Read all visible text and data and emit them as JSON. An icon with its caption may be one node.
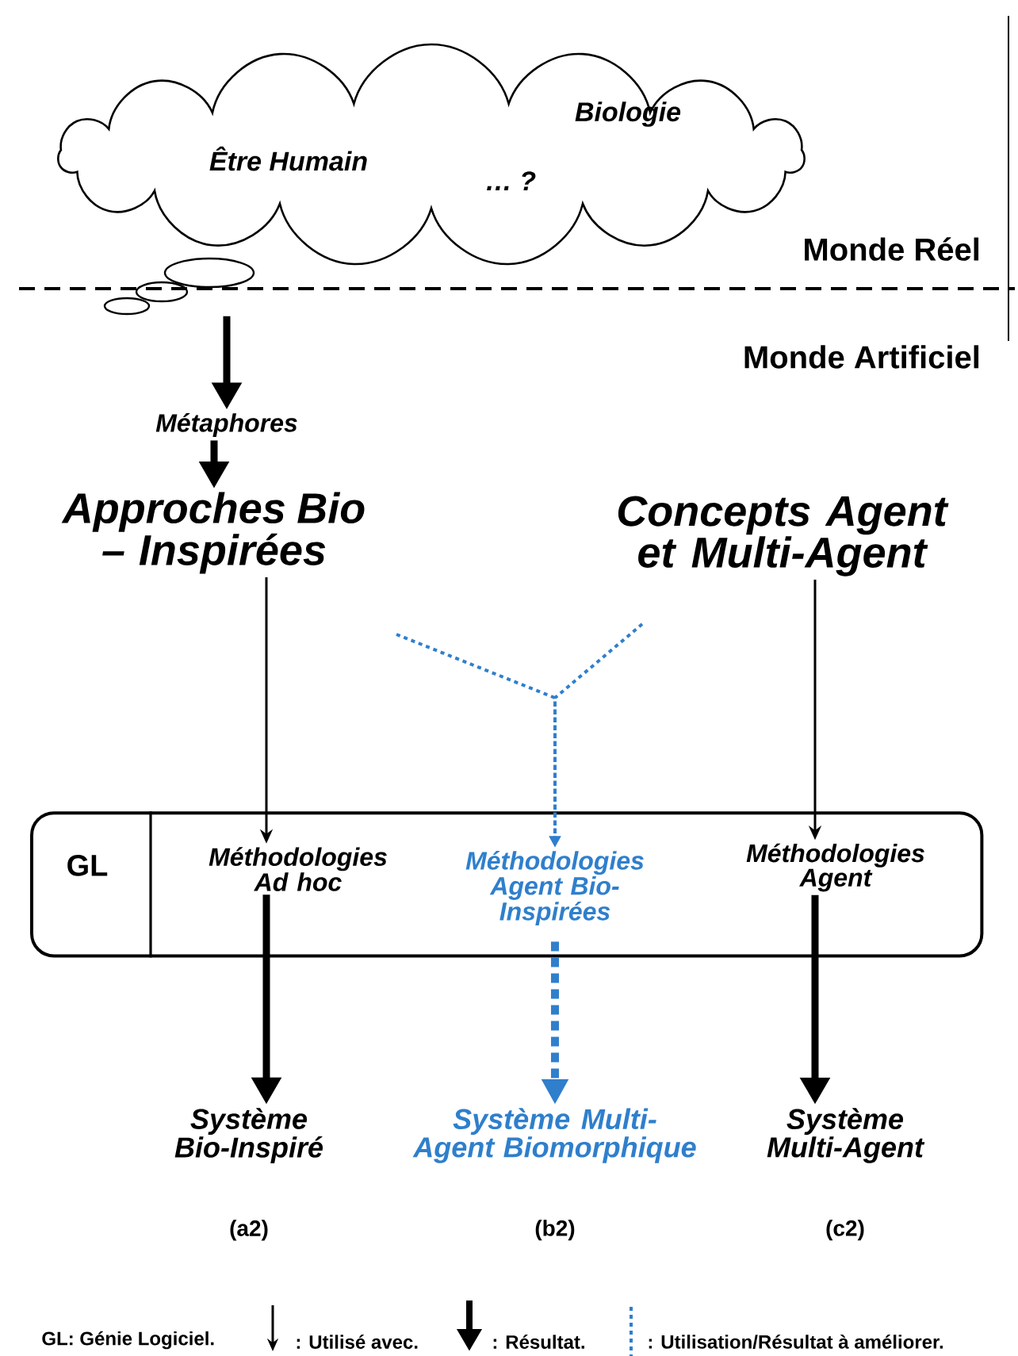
{
  "diagram": {
    "nodes": [
      {
        "text": [
          "Être Humain",
          "Biologie",
          "… ?"
        ]
      },
      {
        "text": [
          "Métaphores"
        ]
      },
      {
        "text": [
          "Approches Bio – Inspirées"
        ]
      },
      {
        "text": [
          "Concepts Agent et Multi-Agent"
        ]
      },
      {
        "text": [
          "GL"
        ]
      },
      {
        "text": [
          "Méthodologies Ad hoc"
        ],
        "in": 4
      },
      {
        "text": [
          "Méthodologies Agent Bio-Inspirées"
        ],
        "in": 4
      },
      {
        "text": [
          "Méthodologies Agent"
        ],
        "in": 4
      },
      {
        "text": [
          "Système Bio-Inspiré"
        ],
        "beside": [
          "(a2)"
        ]
      },
      {
        "text": [
          "Système Multi-Agent Biomorphique"
        ],
        "beside": [
          "(b2)"
        ]
      },
      {
        "text": [
          "Système Multi-Agent"
        ],
        "beside": [
          "(c2)"
        ]
      }
    ],
    "edges": [
      {
        "from": 0,
        "to": 1,
        "arrow": "to"
      },
      {
        "from": 1,
        "to": 2,
        "arrow": "to"
      },
      {
        "from": 2,
        "to": 5,
        "arrow": "to"
      },
      {
        "from": 3,
        "to": 7,
        "arrow": "to"
      },
      {
        "from": 2,
        "to": 6,
        "arrow": "to",
        "style": "dashed",
        "color": "#2f7fcc"
      },
      {
        "from": 3,
        "to": 6,
        "arrow": "to",
        "style": "dashed",
        "color": "#2f7fcc"
      },
      {
        "from": 5,
        "to": 8,
        "arrow": "to"
      },
      {
        "from": 6,
        "to": 9,
        "arrow": "to",
        "style": "dashed",
        "color": "#2f7fcc"
      },
      {
        "from": 7,
        "to": 10,
        "arrow": "to"
      }
    ],
    "labels": [
      "Monde Réel",
      "Monde Artificiel",
      "GL: Génie Logiciel."
    ],
    "legend": [
      {
        "text": ": Utilisé avec."
      },
      {
        "text": ": Résultat."
      },
      {
        "text": ": Utilisation/Résultat à améliorer."
      }
    ]
  }
}
